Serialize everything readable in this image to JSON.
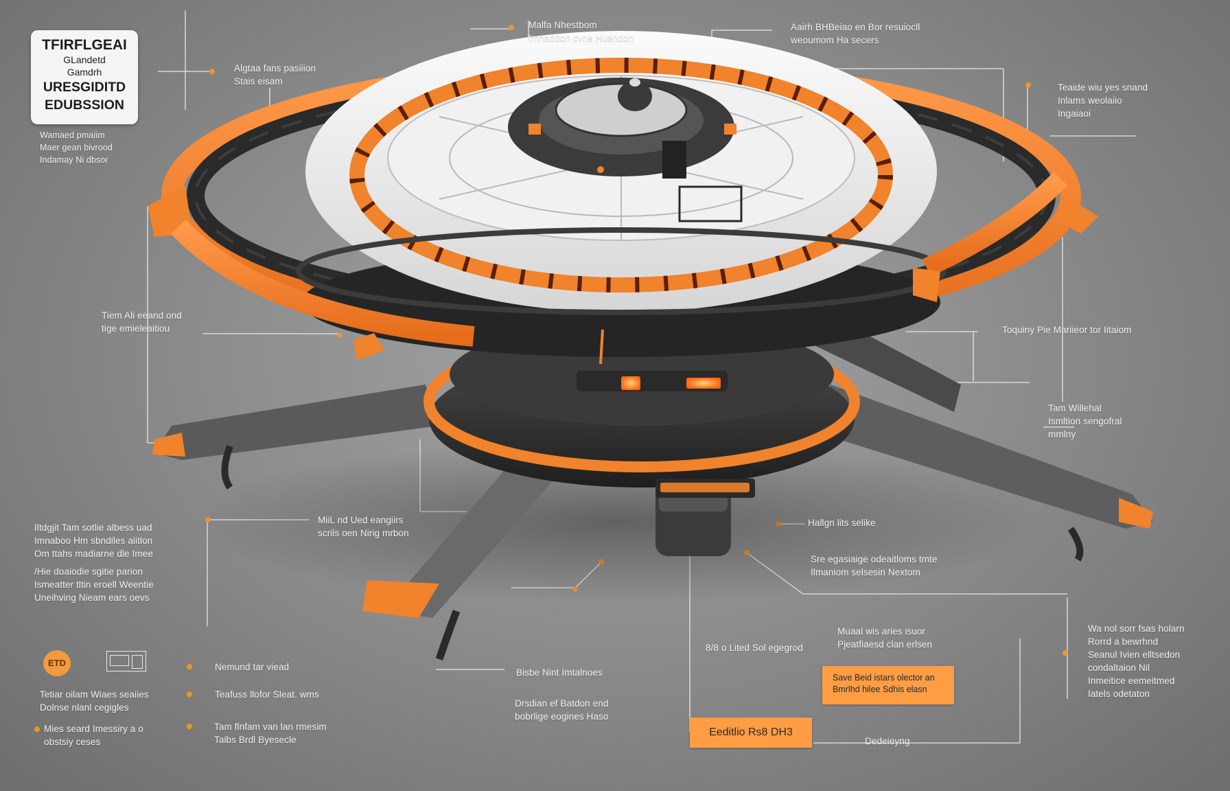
{
  "title_card": {
    "line1": "TFIRFLGEAI",
    "line2": "GLandetd",
    "line3": "Gamdrh",
    "line4": "URESGIDITD",
    "line5": "EDUBSSION"
  },
  "labels": {
    "below_title": [
      "Wamaed        pmaiim",
      "Maer gean bivrood",
      "Indamay Ni dbsor"
    ],
    "top_left": [
      "Algtaa fans pasiiion",
      "Stais eisam"
    ],
    "top_center": [
      "Malfa Nhestbom",
      "Imnaddon cvne Huendon"
    ],
    "top_right": [
      "Aairh BHBeiao en Bor resuiocll",
      "weoumom Ha secers"
    ],
    "right_upper": [
      "Teaide wiu yes snand",
      "Inlams weolaiio",
      "Ingaiaoi"
    ],
    "left_mid": [
      "Tiem Ali eeand ond",
      "tige emieleaitiou"
    ],
    "right_mid": [
      "Toquiny Pie Mariieor tor Iitaiom"
    ],
    "right_mid2": [
      "Tam Willehal",
      "Ismltion sengofral",
      "mmlny"
    ],
    "left_lower": [
      "Iltdgjit Tam sotlie albess uad",
      "Imnaboo   Hm sbndiles aiitlon",
      "Om ttahs  madiarne dle Imee"
    ],
    "left_lower2": [
      "/Hie doaiodie sgitie parion",
      "Ismeatter  tltin eroell Weentie",
      "Uneihving Nieam ears oevs"
    ],
    "center_left": [
      "MiiL nd Ued eangiirs",
      "scrils oen Nirig mrbon"
    ],
    "center_right": [
      "Hallgn lits selike"
    ],
    "center_right2": [
      "Sre egasiaige odeaitloms tmte",
      "Ilmaniom selsesin Nextom"
    ],
    "bottom_mid1": [
      "Muaal wis aries isuor",
      "Pjeatfiaesd clan erlsen"
    ],
    "bottom_mid2": [
      "8/8 o Lited Sol egegrod"
    ],
    "callout": [
      "Save Beid istars olector an",
      "Bmrlhd hilee Sdhis  elasn"
    ],
    "badge": "Eeditlio Rs8 DH3",
    "bottom_right_link": [
      "Dedeieyng"
    ],
    "right_lower": [
      "Wa nol sorr fsas holarn",
      "Rorrd a bewrhnd",
      "Seanul Ivien elltsedon",
      "condaltaion Nil",
      "Inmeitice eemeitmed",
      "Iatels odetaton"
    ],
    "bottom_center": [
      "Bisbe Nint Imtalnoes"
    ],
    "bottom_center2": [
      "Drsdian  ef Batdon end",
      "bobrlige eogines Haso"
    ],
    "legend_1": [
      "Nemund tar viead"
    ],
    "legend_2": [
      "Teafuss llofor Sleat. wms"
    ],
    "legend_3": [
      "Tam flnfam van lan rmesim",
      "Taibs Brdl Byesecle"
    ],
    "icons_text": [
      "Tetiar oilam Wiaes seaiies",
      "Dolnse nlanl cegigles"
    ],
    "icons_text2": [
      "Mies seard Imessiry a o",
      "obstsiy ceses"
    ],
    "icon_glyph": "ETD"
  },
  "colors": {
    "accent_orange": "#f0832b",
    "hull_white": "#ececec",
    "hull_dark": "#2e2e2e",
    "background": "#8d8d8d"
  }
}
